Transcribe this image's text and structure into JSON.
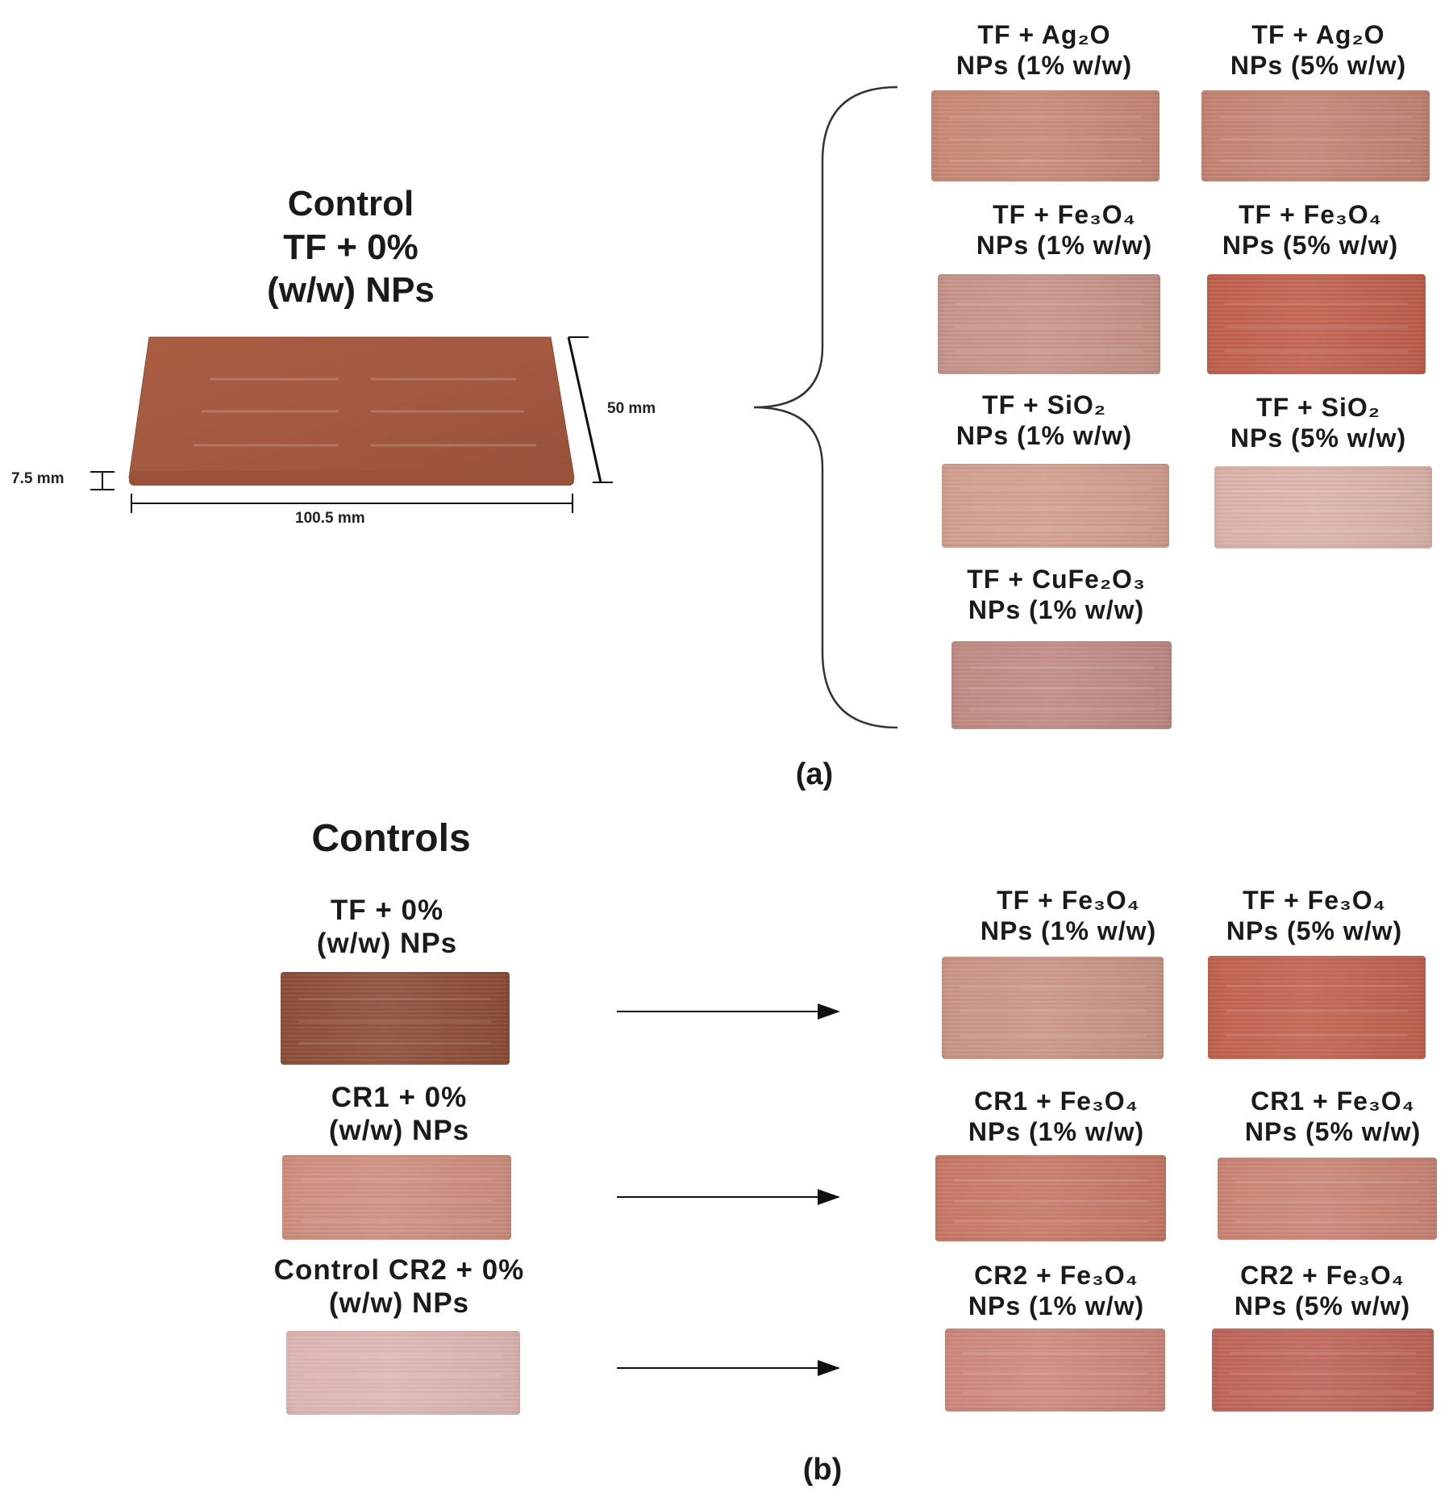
{
  "panel_a": {
    "control_title": [
      "Control",
      "TF + 0%",
      "(w/w) NPs"
    ],
    "dimensions": {
      "thickness": "7.5 mm",
      "width": "50 mm",
      "length": "100.5 mm"
    },
    "samples": [
      {
        "line1": "TF + Ag₂O",
        "line2": "NPs (1% w/w)",
        "color": "#c98a77"
      },
      {
        "line1": "TF + Ag₂O",
        "line2": "NPs (5% w/w)",
        "color": "#c58574"
      },
      {
        "line1": "TF + Fe₃O₄",
        "line2": "NPs (1% w/w)",
        "color": "#c9958a"
      },
      {
        "line1": "TF + Fe₃O₄",
        "line2": "NPs (5% w/w)",
        "color": "#c2614d"
      },
      {
        "line1": "TF + SiO₂",
        "line2": "NPs (1% w/w)",
        "color": "#d4a090"
      },
      {
        "line1": "TF + SiO₂",
        "line2": "NPs (5% w/w)",
        "color": "#ddb5aa"
      },
      {
        "line1": "TF + CuFe₂O₃",
        "line2": "NPs (1% w/w)",
        "color": "#c28c85"
      }
    ],
    "tag": "(a)",
    "control_color": "#a45a3f"
  },
  "panel_b": {
    "title": "Controls",
    "controls": [
      {
        "line1": "TF + 0%",
        "line2": "(w/w) NPs",
        "color": "#8e4f39"
      },
      {
        "line1": "CR1 + 0%",
        "line2": "(w/w) NPs",
        "color": "#d09080"
      },
      {
        "line1": "Control CR2 + 0%",
        "line2": "(w/w) NPs",
        "color": "#dfb8b4"
      }
    ],
    "samples": [
      {
        "line1": "TF + Fe₃O₄",
        "line2": "NPs (1% w/w)",
        "color": "#cc9688"
      },
      {
        "line1": "TF + Fe₃O₄",
        "line2": "NPs (5% w/w)",
        "color": "#c36450"
      },
      {
        "line1": "CR1 + Fe₃O₄",
        "line2": "NPs (1% w/w)",
        "color": "#c97a68"
      },
      {
        "line1": "CR1 + Fe₃O₄",
        "line2": "NPs (5% w/w)",
        "color": "#cc8676"
      },
      {
        "line1": "CR2 + Fe₃O₄",
        "line2": "NPs (1% w/w)",
        "color": "#d0897d"
      },
      {
        "line1": "CR2 + Fe₃O₄",
        "line2": "NPs (5% w/w)",
        "color": "#c1665a"
      }
    ],
    "tag": "(b)"
  }
}
